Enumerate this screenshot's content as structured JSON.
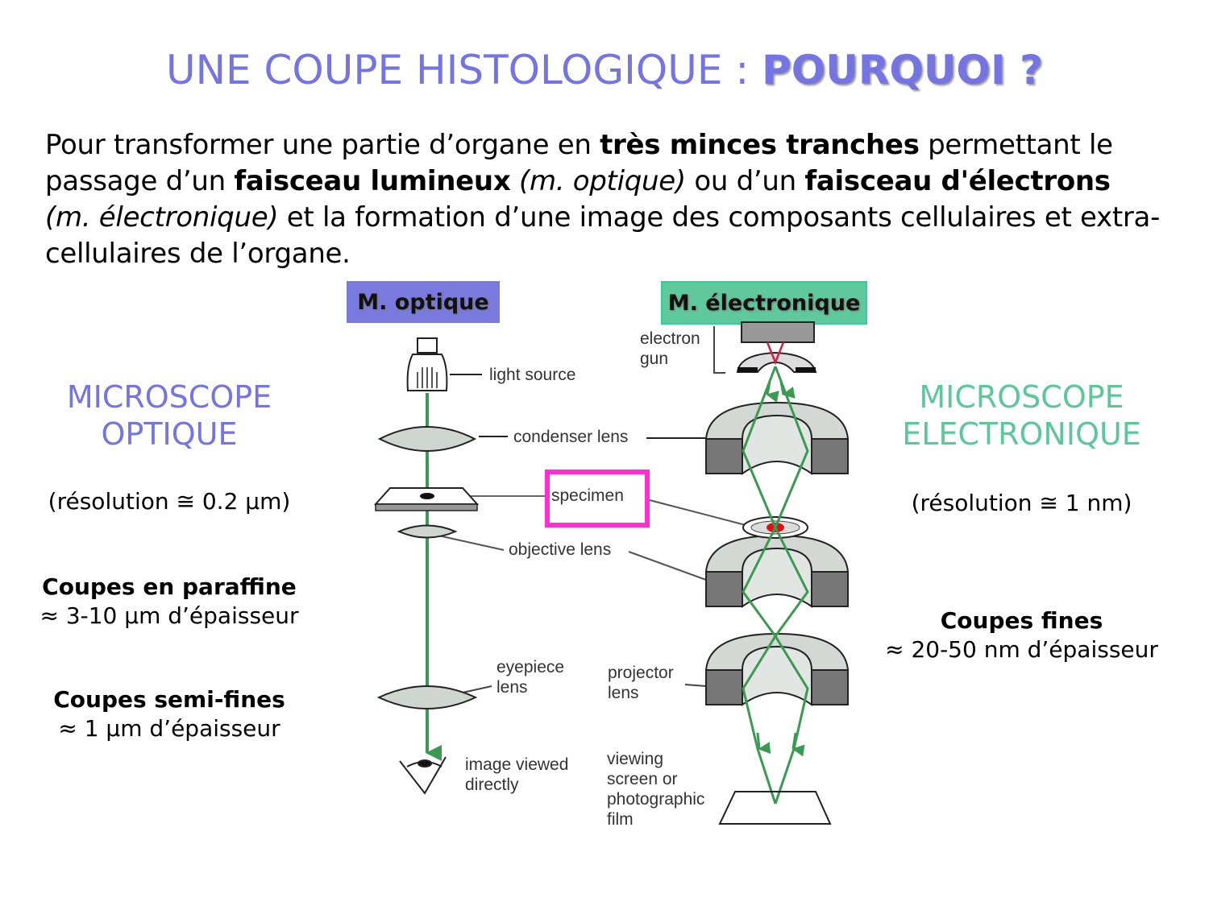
{
  "title": {
    "main": "UNE COUPE HISTOLOGIQUE : ",
    "emphasis": "POURQUOI ?"
  },
  "intro": {
    "t1": "Pour transformer une partie d’organe en ",
    "b1": "très minces tranches",
    "t2": " permettant le passage d’un ",
    "b2": "faisceau lumineux",
    "i1": " (m. optique)",
    "t3": " ou d’un ",
    "b3": "faisceau d'électrons",
    "i2": " (m. électronique)",
    "t4": " et la formation d’une image des composants cellulaires et extra-cellulaires de l’organe."
  },
  "tags": {
    "optique": "M. optique",
    "electronique": "M. électronique"
  },
  "left": {
    "title1": "MICROSCOPE",
    "title2": "OPTIQUE",
    "resolution": "(résolution ≅ 0.2 µm)",
    "paraffine_title": "Coupes en paraffine",
    "paraffine_value": "≈ 3-10 µm d’épaisseur",
    "semifine_title": "Coupes semi-fines",
    "semifine_value": "≈ 1 µm d’épaisseur"
  },
  "right": {
    "title1": "MICROSCOPE",
    "title2": "ELECTRONIQUE",
    "resolution": "(résolution ≅ 1 nm)",
    "fine_title": "Coupes fines",
    "fine_value": "≈ 20-50 nm d’épaisseur"
  },
  "diagram": {
    "light_source": "light source",
    "condenser_lens": "condenser lens",
    "specimen": "specimen",
    "objective_lens": "objective lens",
    "eyepiece_1": "eyepiece",
    "eyepiece_2": "lens",
    "image_1": "image viewed",
    "image_2": "directly",
    "electron_1": "electron",
    "electron_2": "gun",
    "projector_1": "projector",
    "projector_2": "lens",
    "screen_1": "viewing",
    "screen_2": "screen or",
    "screen_3": "photographic",
    "screen_4": "film"
  },
  "colors": {
    "title": "#7474e2",
    "optique_tag": "#7a7ade",
    "electronique_tag": "#5fc89c",
    "electronique_text": "#5cc89a",
    "ray": "#3a9a52",
    "highlight": "#ff2fd0"
  }
}
